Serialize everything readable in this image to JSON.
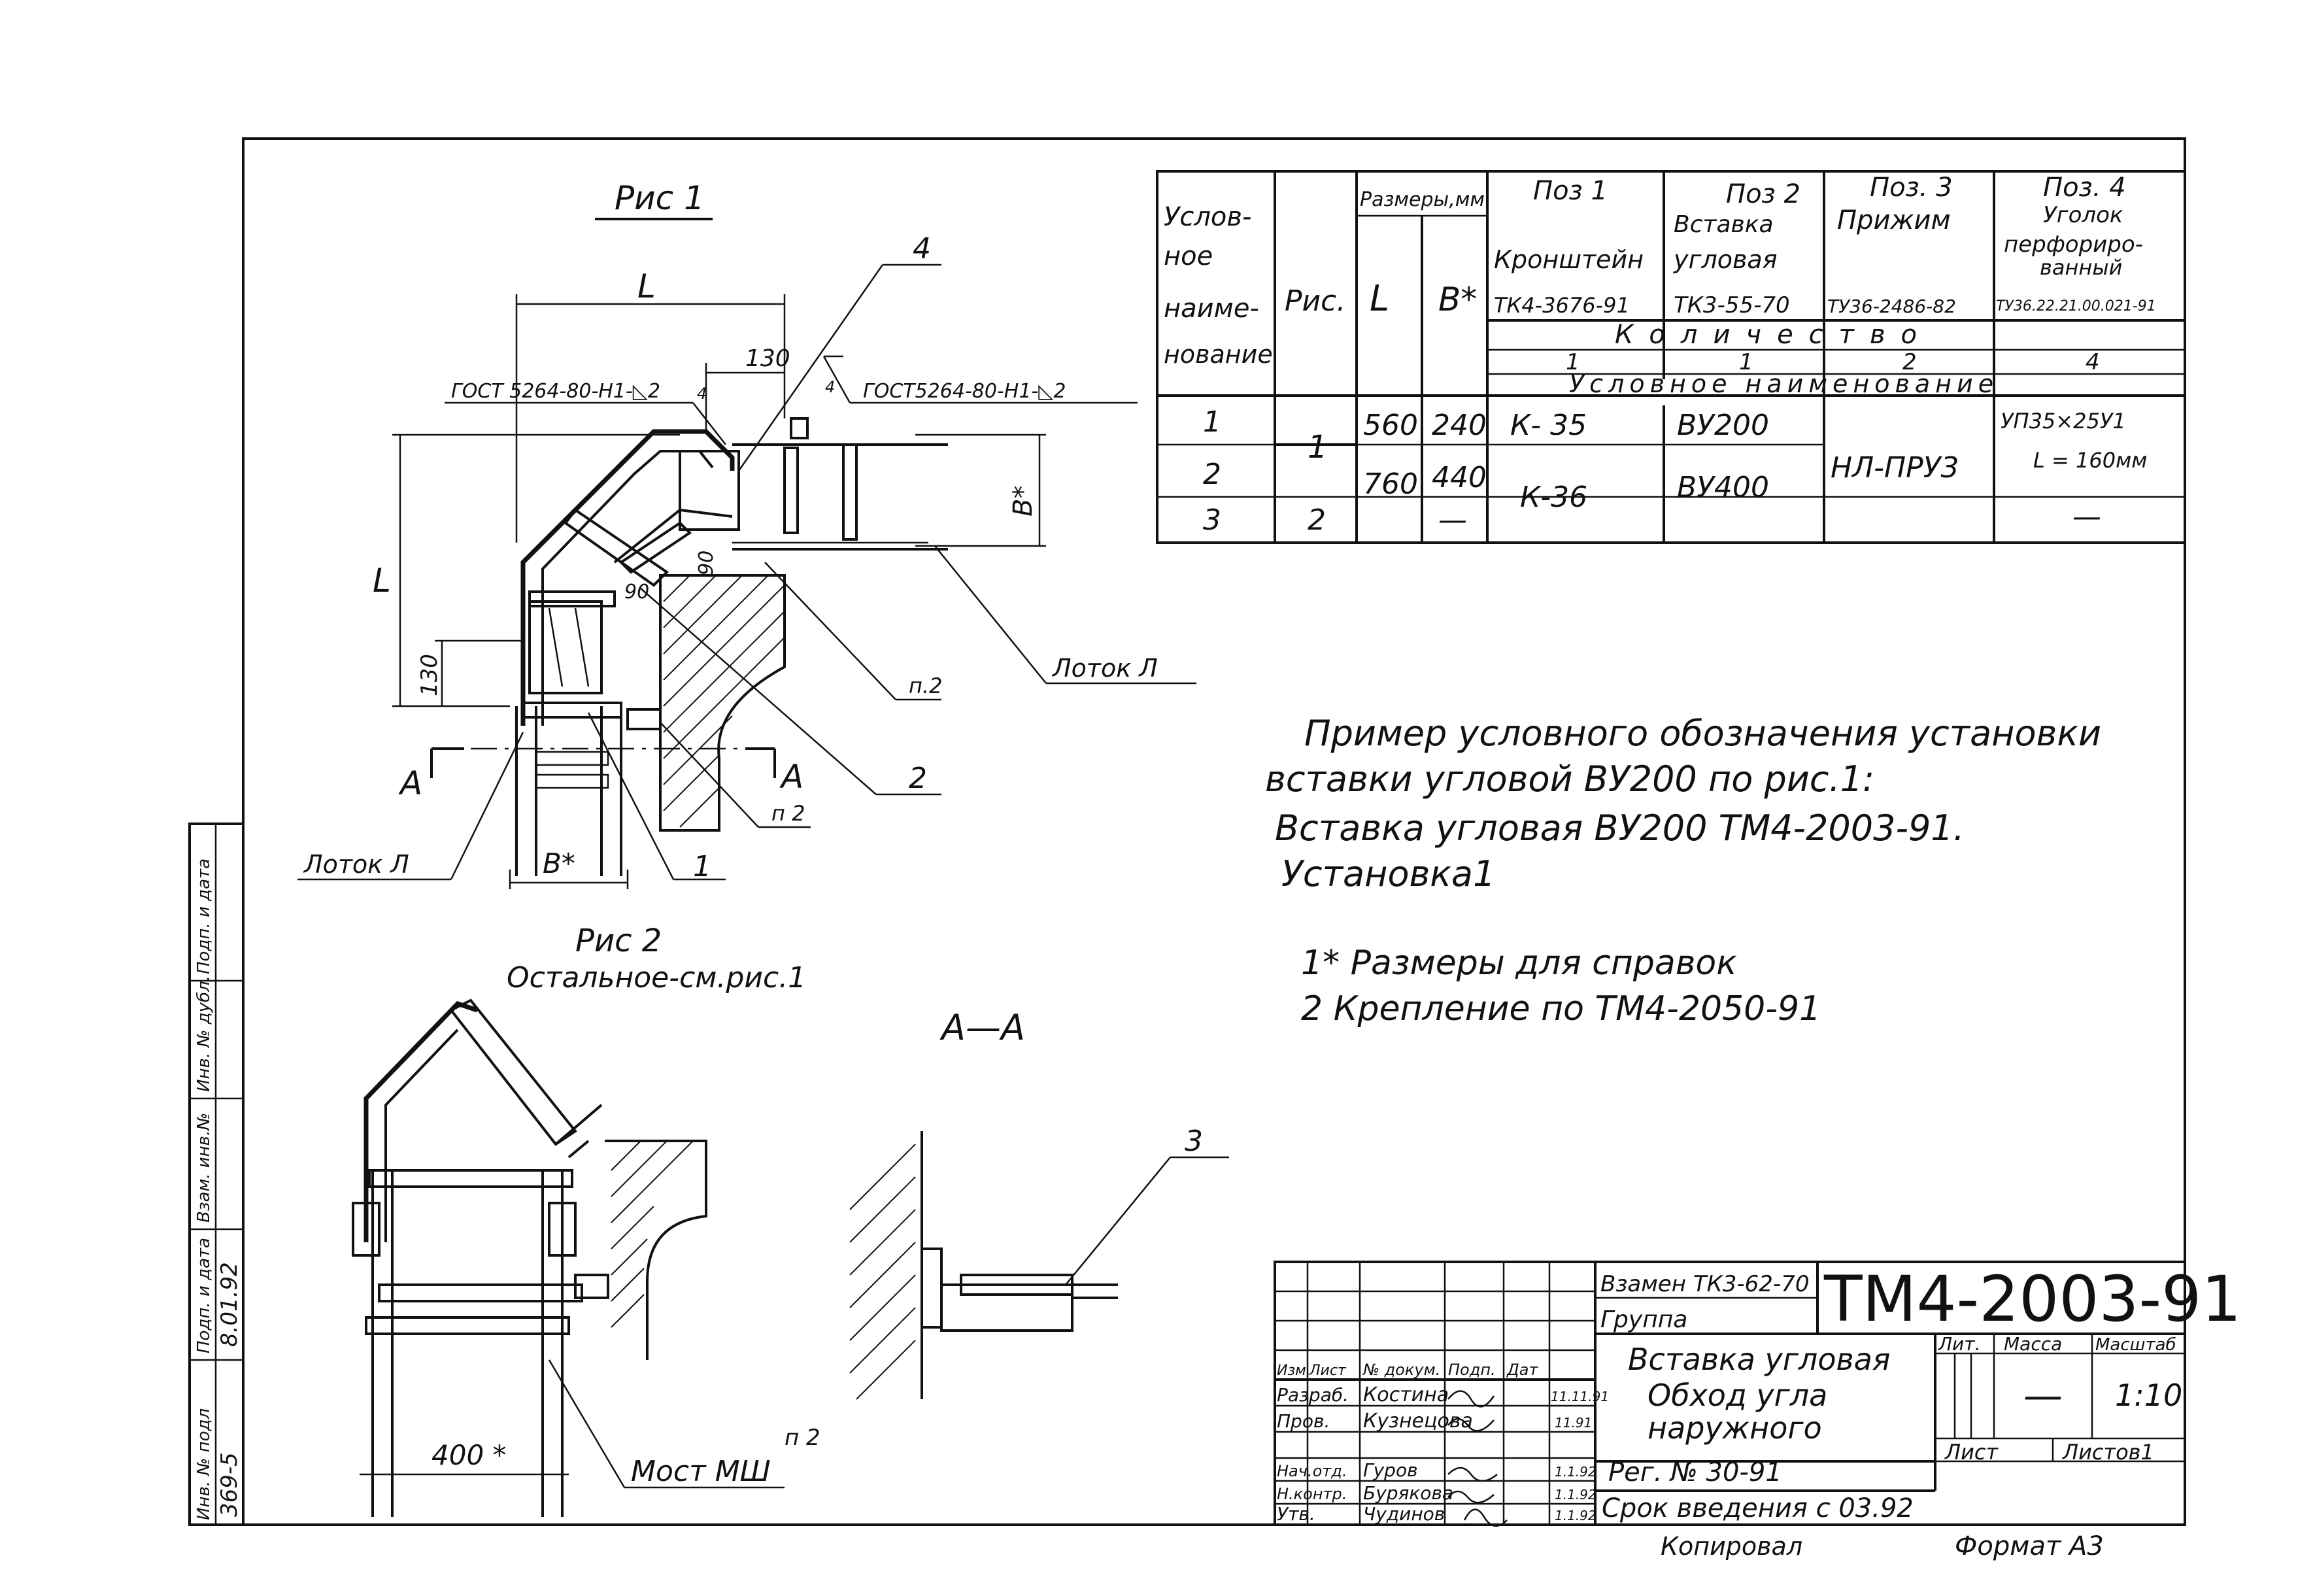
{
  "figures": {
    "fig1_title": "Рис 1",
    "fig2_title": "Рис 2",
    "fig2_subtitle": "Остальное-см.рис.1",
    "section_title": "А—А"
  },
  "fig1_labels": {
    "dim_L_top": "L",
    "dim_L_side": "L",
    "dim_130_top": "130",
    "dim_130_side": "130",
    "dim_B_right": "В*",
    "dim_B_bottom": "В*",
    "dim_90_a": "90",
    "dim_90_b": "90",
    "gost_left": "ГОСТ 5264-80-Н1-◺2",
    "gost_right": "ГОСТ5264-80-Н1-◺2",
    "weld_4_left": "4",
    "weld_4_right": "4",
    "callout_4": "4",
    "callout_p2_a": "п.2",
    "callout_2": "2",
    "callout_p2_b": "п 2",
    "callout_1": "1",
    "lotok_right": "Лоток Л",
    "lotok_left": "Лоток Л",
    "section_A_left": "А",
    "section_A_right": "А"
  },
  "fig2_labels": {
    "dim_400": "400 *",
    "callout_p2": "п 2",
    "most": "Мост МШ",
    "callout_3": "3"
  },
  "spec_table": {
    "header": {
      "naming": [
        "Услов-",
        "ное",
        "наиме-",
        "нование"
      ],
      "fig": "Рис.",
      "sizes": "Размеры,мм",
      "L": "L",
      "B": "В*",
      "pos1": [
        "Поз 1",
        "Кронштейн",
        "ТК4-3676-91"
      ],
      "pos2": [
        "Поз 2",
        "Вставка",
        "угловая",
        "ТК3-55-70"
      ],
      "pos3": [
        "Поз. 3",
        "Прижим",
        "ТУ36-2486-82"
      ],
      "pos4": [
        "Поз. 4",
        "Уголок",
        "перфориро-",
        "ванный",
        "ТУ36.22.21.00.021-91"
      ],
      "quantity": "Количество",
      "qty_values": [
        "1",
        "1",
        "2",
        "4"
      ],
      "cond_naming": "Условное наименование"
    },
    "rows": [
      {
        "n": "1",
        "fig": "1",
        "L": "560",
        "B": "240",
        "pos1": "К- 35",
        "pos2": "ВУ200",
        "pos3": "НЛ-ПРУ3",
        "pos4": [
          "УП35×25У1",
          "L = 160мм"
        ]
      },
      {
        "n": "2",
        "fig": "",
        "L": "760",
        "B": "440",
        "pos1": "К-36",
        "pos2": "ВУ400",
        "pos3": "",
        "pos4": []
      },
      {
        "n": "3",
        "fig": "2",
        "L": "",
        "B": "—",
        "pos1": "",
        "pos2": "",
        "pos3": "",
        "pos4": [
          "—"
        ]
      }
    ]
  },
  "notes": {
    "example_line1": "Пример условного обозначения установки",
    "example_line2": "вставки угловой ВУ200 по рис.1:",
    "example_line3": "Вставка угловая ВУ200 ТМ4-2003-91.",
    "example_line4": "Установка1",
    "note1": "1* Размеры для справок",
    "note2": "2 Крепление по ТМ4-2050-91"
  },
  "side_stamp": {
    "cells": [
      "Инв. № подл",
      "Подп. и дата",
      "Взам. инв.№",
      "Инв. № дубл.",
      "Подп. и дата"
    ],
    "values": [
      "369-5",
      "8.01.92"
    ]
  },
  "title_block": {
    "replaces": "Взамен ТК3-62-70",
    "group": "Группа",
    "code": "ТМ4-2003-91",
    "title_line1": "Вставка угловая",
    "title_line2": "Обход угла",
    "title_line3": "наружного",
    "col_headers": [
      "Изм.",
      "Лист",
      "№ докум.",
      "Подп.",
      "Дат"
    ],
    "roles": [
      "Разраб.",
      "Пров.",
      "",
      "Нач.отд.",
      "Н.контр.",
      "Утв."
    ],
    "names": [
      "Костина",
      "Кузнецова",
      "",
      "Гуров",
      "Бурякова",
      "Чудинов"
    ],
    "dates": [
      "11.11.91",
      "11.91",
      "",
      "1.1.92",
      "1.1.92",
      "1.1.92"
    ],
    "lit_label": "Лит.",
    "mass_label": "Масса",
    "scale_label": "Масштаб",
    "mass_value": "—",
    "scale_value": "1:10",
    "sheet_label": "Лист",
    "sheets_label": "Листов1",
    "reg": "Рег. № 30-91",
    "intro": "Срок введения с 03.92",
    "copied": "Копировал",
    "format": "Формат А3"
  }
}
